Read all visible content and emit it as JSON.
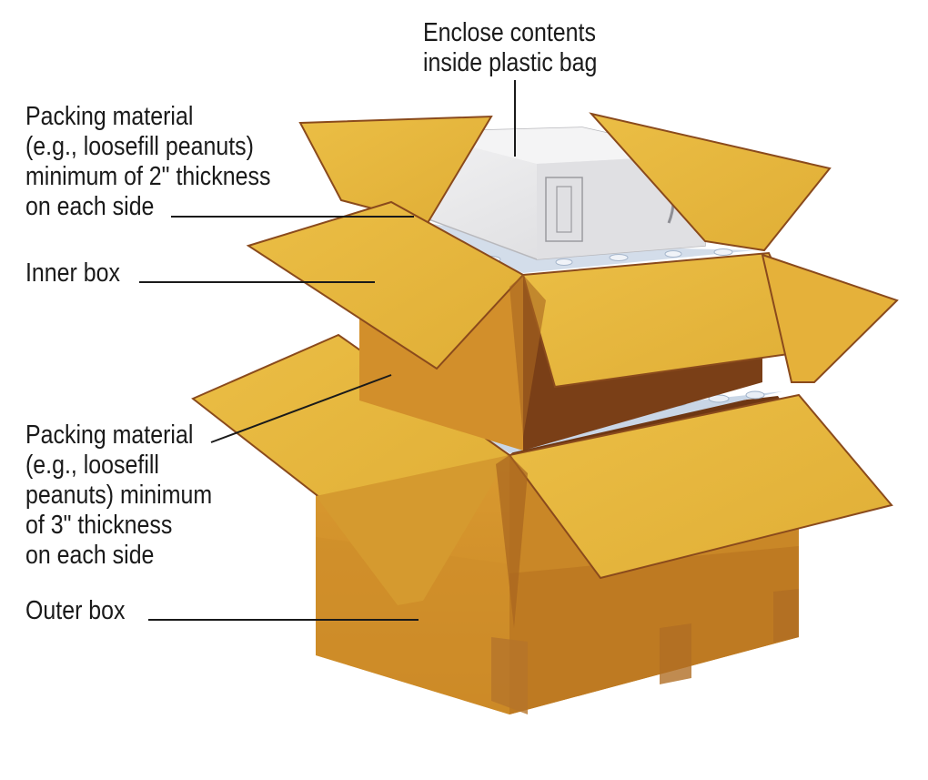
{
  "labels": {
    "plastic_bag": [
      "Enclose contents",
      "inside plastic bag"
    ],
    "packing_inner": [
      "Packing material",
      "(e.g., loosefill peanuts)",
      "minimum of 2\" thickness",
      "on each side"
    ],
    "inner_box": [
      "Inner box"
    ],
    "packing_outer": [
      "Packing material",
      "(e.g., loosefill",
      "peanuts) minimum",
      "of 3\" thickness",
      "on each side"
    ],
    "outer_box": [
      "Outer box"
    ]
  },
  "colors": {
    "cardboard_light": "#E8B63A",
    "cardboard_mid": "#D9A231",
    "cardboard_dark": "#8A4A1C",
    "cardboard_shadow": "#6B3514",
    "peanuts": "#C9D6E6",
    "bag": "#E4E4E6",
    "leader_line": "#1a1a1a"
  }
}
